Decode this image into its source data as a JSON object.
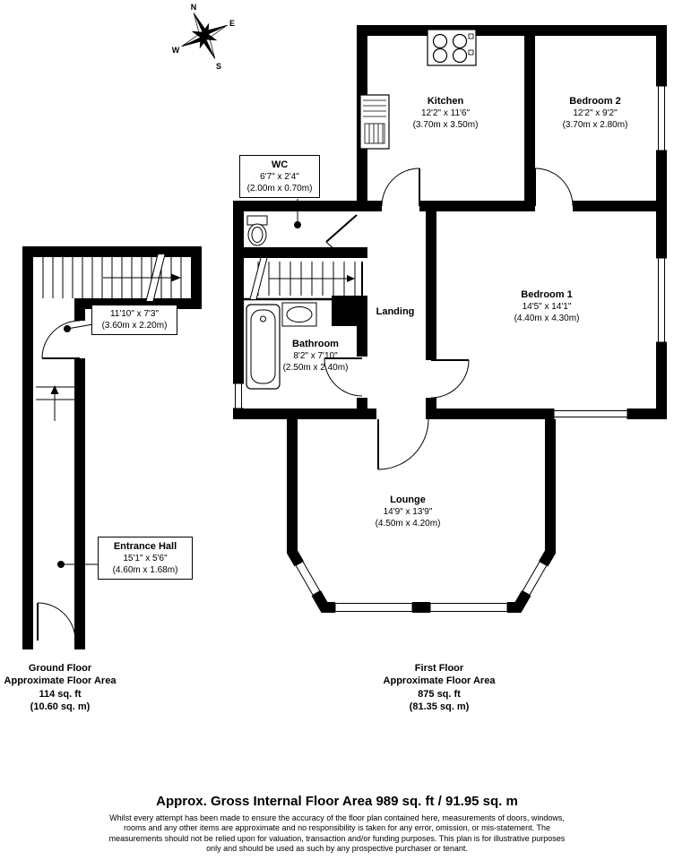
{
  "compass": {
    "n": "N",
    "e": "E",
    "s": "S",
    "w": "W"
  },
  "first_floor": {
    "rooms": {
      "kitchen": {
        "name": "Kitchen",
        "dims_ft": "12'2\" x 11'6\"",
        "dims_m": "(3.70m x 3.50m)"
      },
      "bedroom2": {
        "name": "Bedroom 2",
        "dims_ft": "12'2\" x 9'2\"",
        "dims_m": "(3.70m x 2.80m)"
      },
      "wc": {
        "name": "WC",
        "dims_ft": "6'7\" x 2'4\"",
        "dims_m": "(2.00m x 0.70m)"
      },
      "bedroom1": {
        "name": "Bedroom 1",
        "dims_ft": "14'5\" x 14'1\"",
        "dims_m": "(4.40m x 4.30m)"
      },
      "landing": {
        "name": "Landing"
      },
      "bathroom": {
        "name": "Bathroom",
        "dims_ft": "8'2\" x 7'10\"",
        "dims_m": "(2.50m x 2.40m)"
      },
      "lounge": {
        "name": "Lounge",
        "dims_ft": "14'9\" x 13'9\"",
        "dims_m": "(4.50m x 4.20m)"
      }
    },
    "summary": {
      "title": "First Floor",
      "subtitle": "Approximate Floor Area",
      "area_ft": "875 sq. ft",
      "area_m": "(81.35 sq. m)"
    }
  },
  "ground_floor": {
    "rooms": {
      "stairs_area": {
        "dims_ft": "11'10\" x 7'3\"",
        "dims_m": "(3.60m x 2.20m)"
      },
      "entrance_hall": {
        "name": "Entrance Hall",
        "dims_ft": "15'1\" x 5'6\"",
        "dims_m": "(4.60m x 1.68m)"
      }
    },
    "summary": {
      "title": "Ground Floor",
      "subtitle": "Approximate Floor Area",
      "area_ft": "114 sq. ft",
      "area_m": "(10.60 sq. m)"
    }
  },
  "footer": {
    "title": "Approx. Gross Internal Floor Area 989 sq. ft / 91.95 sq. m",
    "disclaimer_lines": [
      "Whilst every attempt has been made to ensure the accuracy of the floor plan contained here, measurements of doors, windows,",
      "rooms and any other items are approximate and no responsibility is taken for any error, omission, or mis-statement. The",
      "measurements should not be relied upon for valuation, transaction and/or funding purposes. This plan is for illustrative purposes",
      "only and should be used as such by any prospective purchaser or tenant."
    ]
  }
}
